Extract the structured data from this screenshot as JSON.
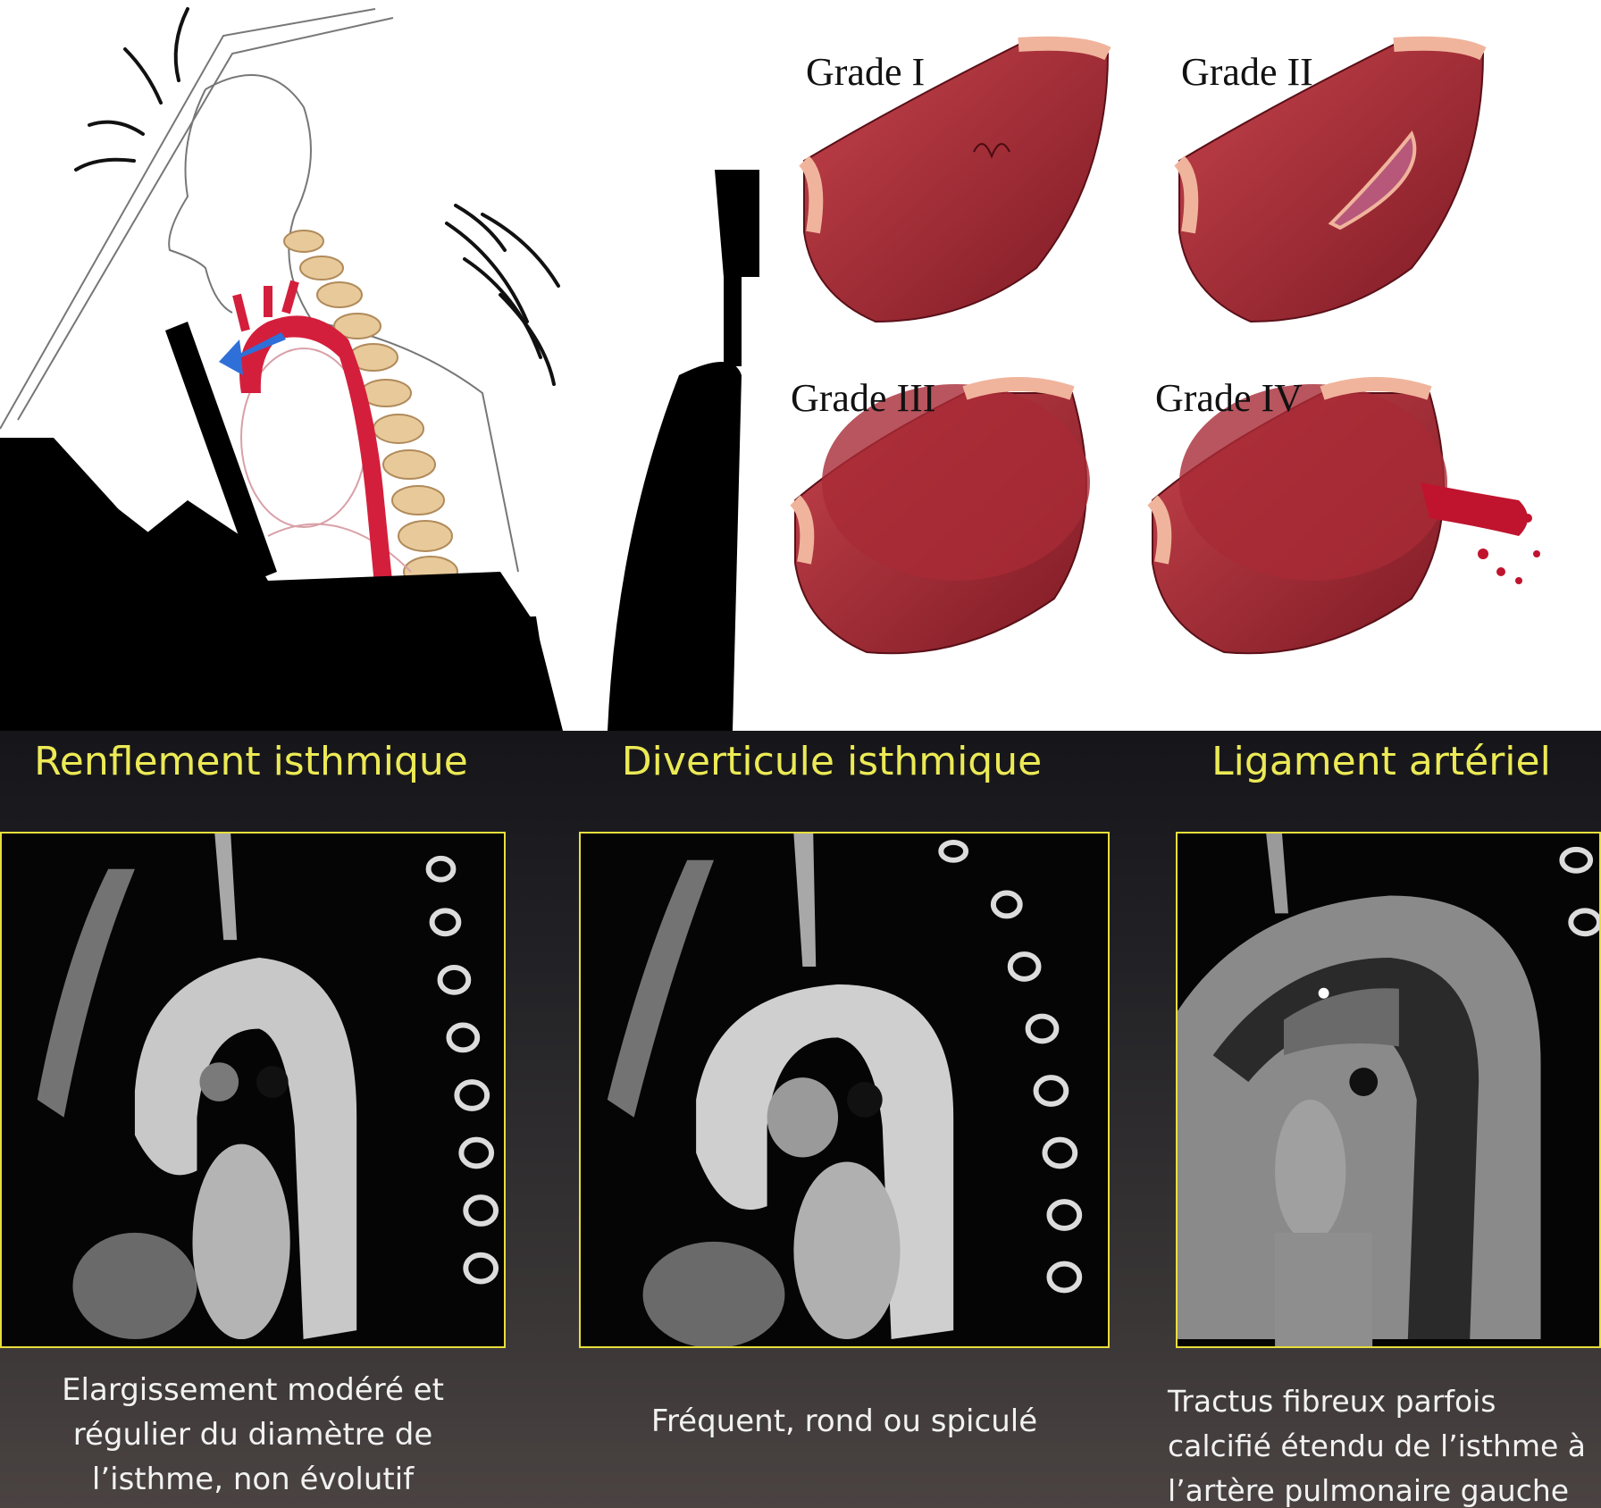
{
  "grades": [
    {
      "label": "Grade I"
    },
    {
      "label": "Grade II"
    },
    {
      "label": "Grade III"
    },
    {
      "label": "Grade IV"
    }
  ],
  "sections": [
    {
      "title": "Renflement isthmique",
      "caption": [
        "Elargissement modéré et",
        "régulier du diamètre de",
        "l’isthme, non évolutif"
      ]
    },
    {
      "title": "Diverticule isthmique",
      "caption": [
        "Fréquent, rond ou spiculé"
      ]
    },
    {
      "title": "Ligament artériel",
      "caption": [
        "Tractus fibreux parfois",
        "calcifié étendu de l’isthme à",
        "l’artère pulmonaire gauche"
      ]
    }
  ],
  "colors": {
    "title_yellow": "#ecea55",
    "panel_border": "#e8de3c",
    "vessel_red": "#a3262f",
    "arrow_blue": "#2f6fd8"
  }
}
